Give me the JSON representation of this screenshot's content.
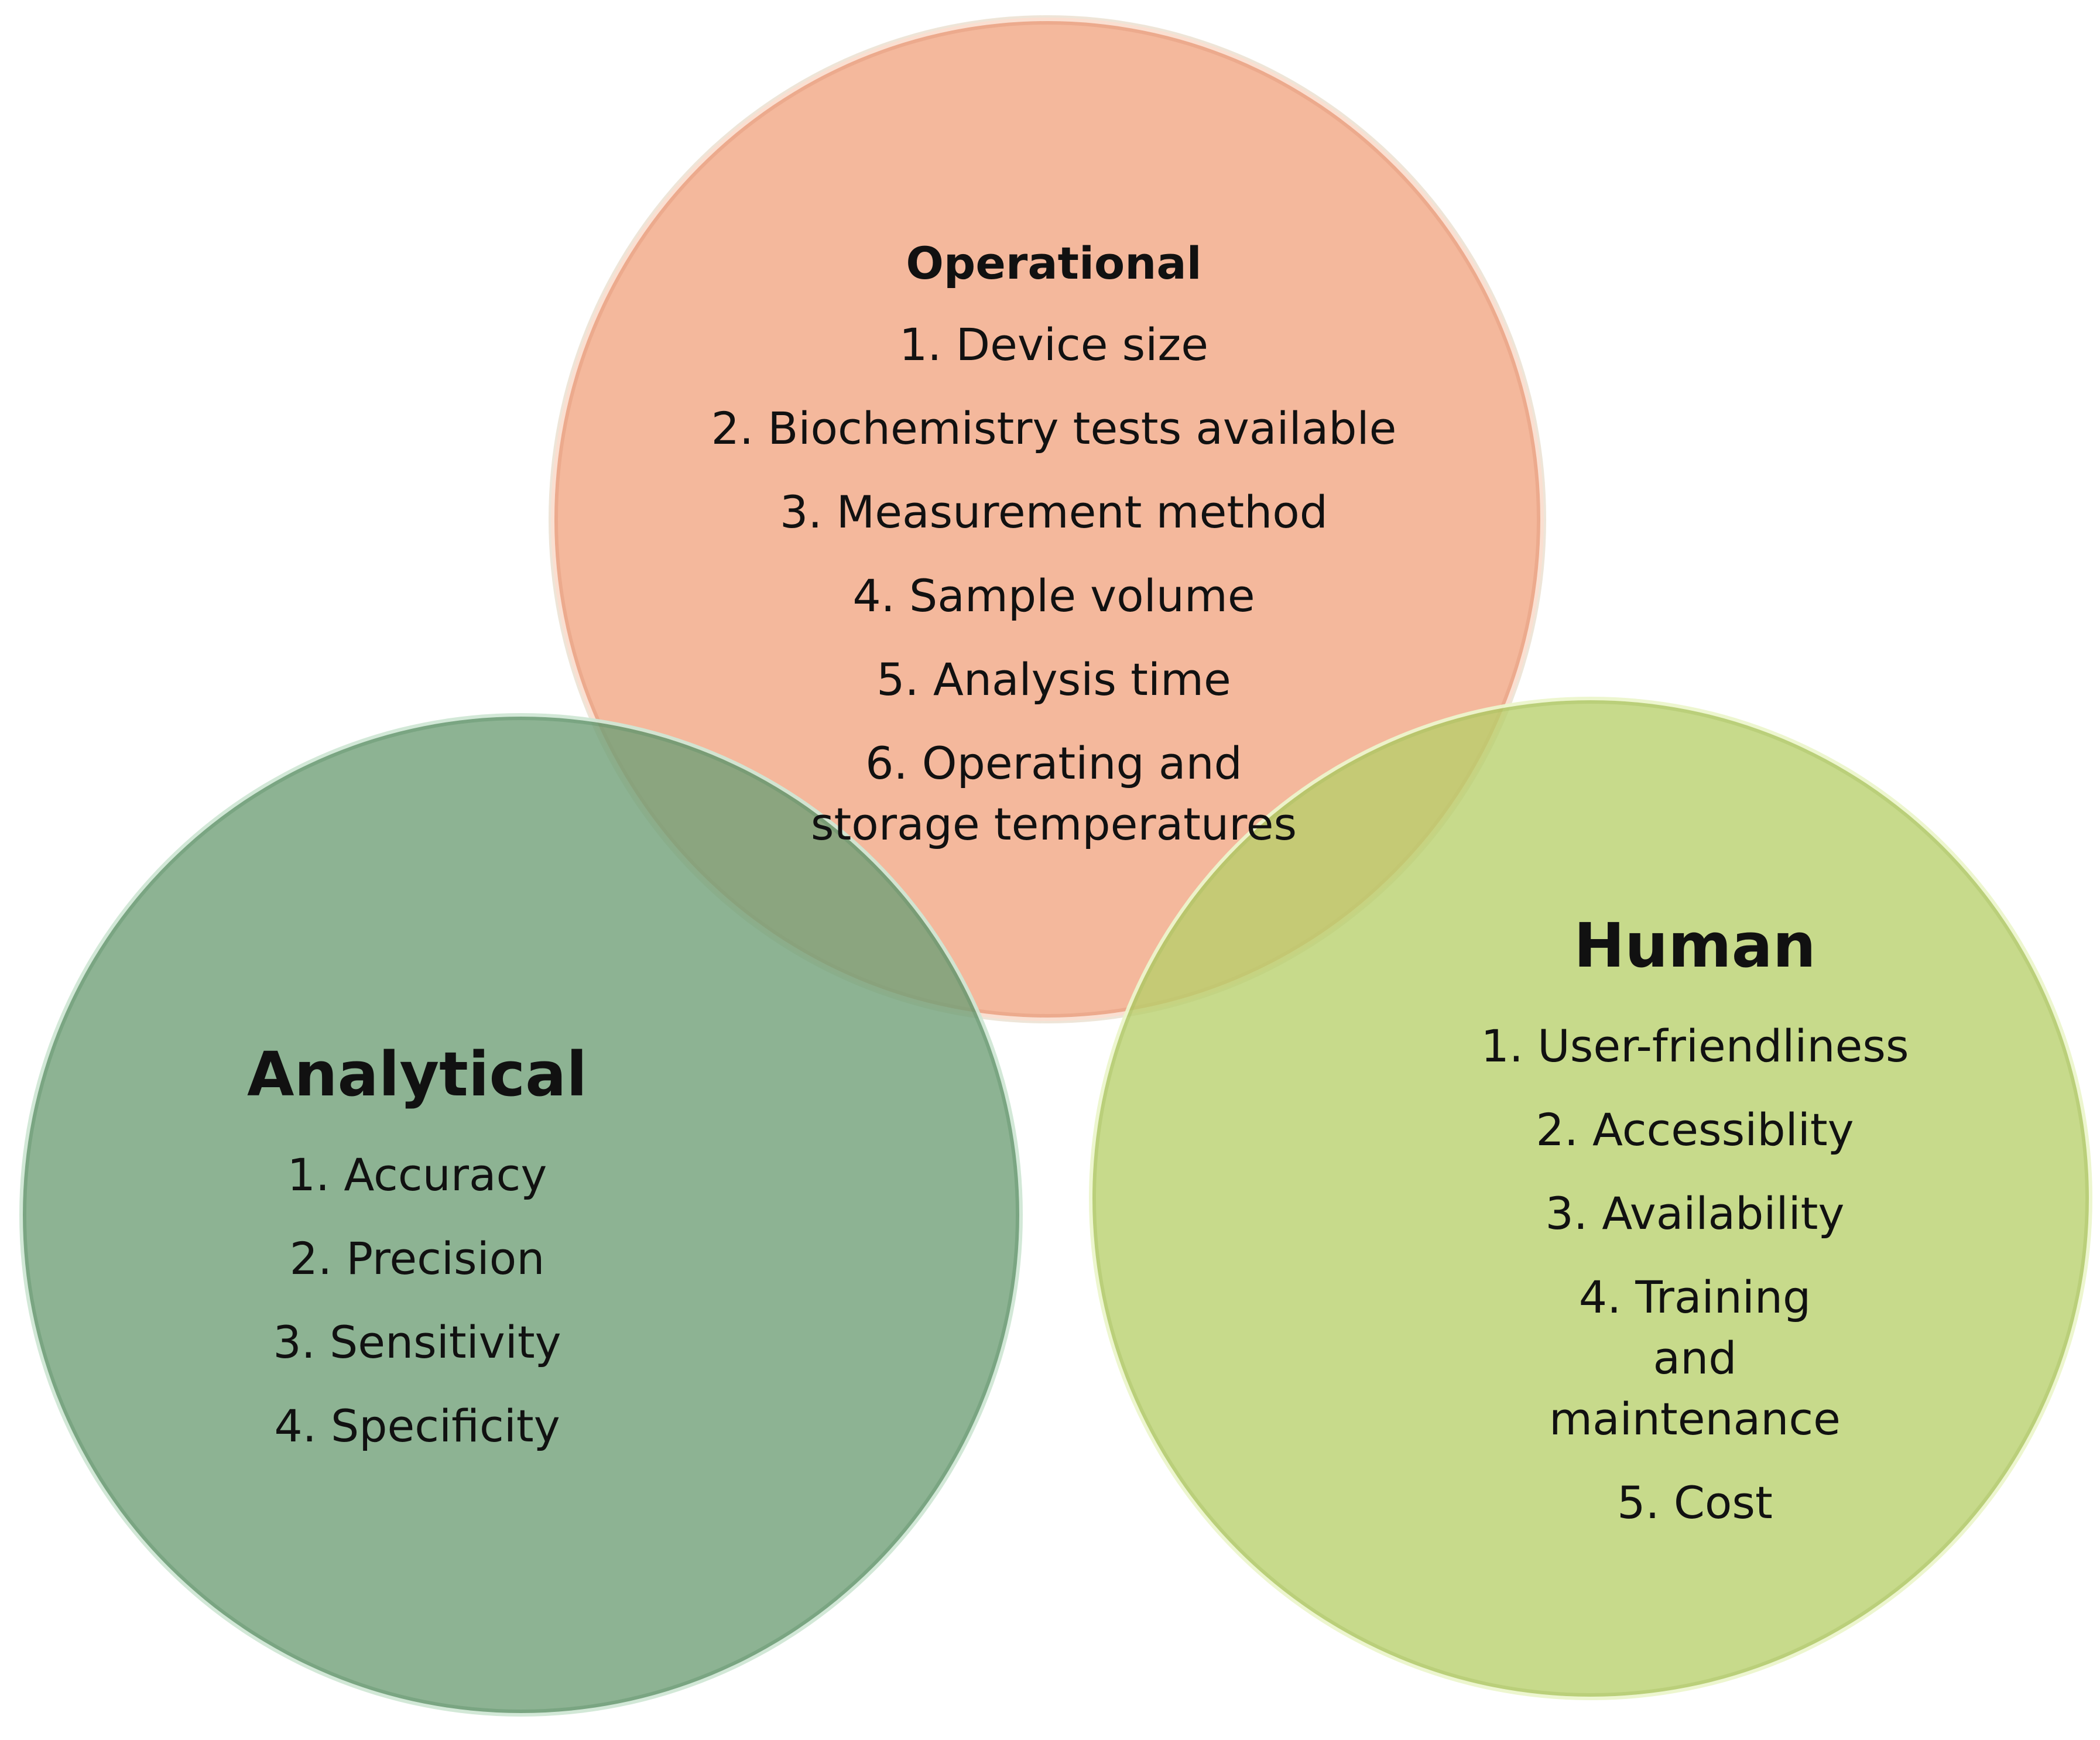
{
  "operational": {
    "title": "Operational",
    "items": [
      "1. Device size",
      "2. Biochemistry tests available",
      "3. Measurement method",
      "4. Sample volume",
      "5. Analysis time",
      "6. Operating and storage temperatures"
    ],
    "color": "#f4b698"
  },
  "analytical": {
    "title": "Analytical",
    "items": [
      "1. Accuracy",
      "2. Precision",
      "3. Sensitivity",
      "4. Specificity"
    ],
    "color": "#8bb290"
  },
  "human": {
    "title": "Human",
    "items": [
      "1. User-friendliness",
      "2. Accessiblity",
      "3. Availability",
      "4. Training and maintenance",
      "5. Cost"
    ],
    "color": "#c5d68c"
  }
}
